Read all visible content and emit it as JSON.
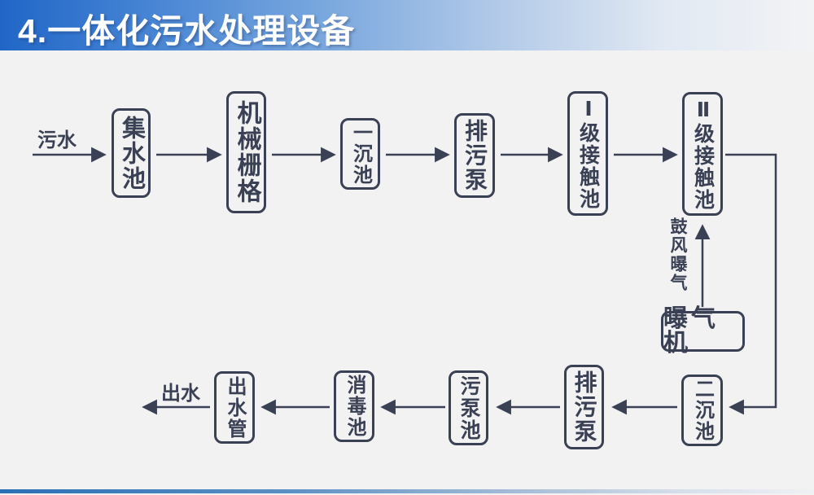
{
  "header": {
    "title": "4.一体化污水处理设备"
  },
  "flowchart": {
    "labels": {
      "inflow": "污水",
      "outflow": "出水",
      "aeration": "鼓风曝气"
    },
    "boxes": [
      {
        "id": "collection-tank",
        "label": "集水池"
      },
      {
        "id": "mechanical-grid",
        "label": "机械栅格"
      },
      {
        "id": "primary-sedimentation-tank",
        "label": "一沉池"
      },
      {
        "id": "sewage-pump-top",
        "label": "排污泵"
      },
      {
        "id": "stage1-contact-tank",
        "label": "Ⅰ级接触池"
      },
      {
        "id": "stage2-contact-tank",
        "label": "Ⅱ级接触池"
      },
      {
        "id": "aerator",
        "label": "曝气机"
      },
      {
        "id": "secondary-sedimentation-tank",
        "label": "二沉池"
      },
      {
        "id": "sewage-pump-bottom",
        "label": "排污泵"
      },
      {
        "id": "sludge-pump-tank",
        "label": "污泵池"
      },
      {
        "id": "disinfection-tank",
        "label": "消毒池"
      },
      {
        "id": "outlet-pipe",
        "label": "出水管"
      }
    ],
    "colors": {
      "ink": "#3a4154",
      "background": "#f2f2f3",
      "header_blue_left": "#2166c7",
      "header_fade_right": "#f2f3f5",
      "bottom_strip_blue": "#2a70b5",
      "title_text": "#ffffff"
    }
  }
}
